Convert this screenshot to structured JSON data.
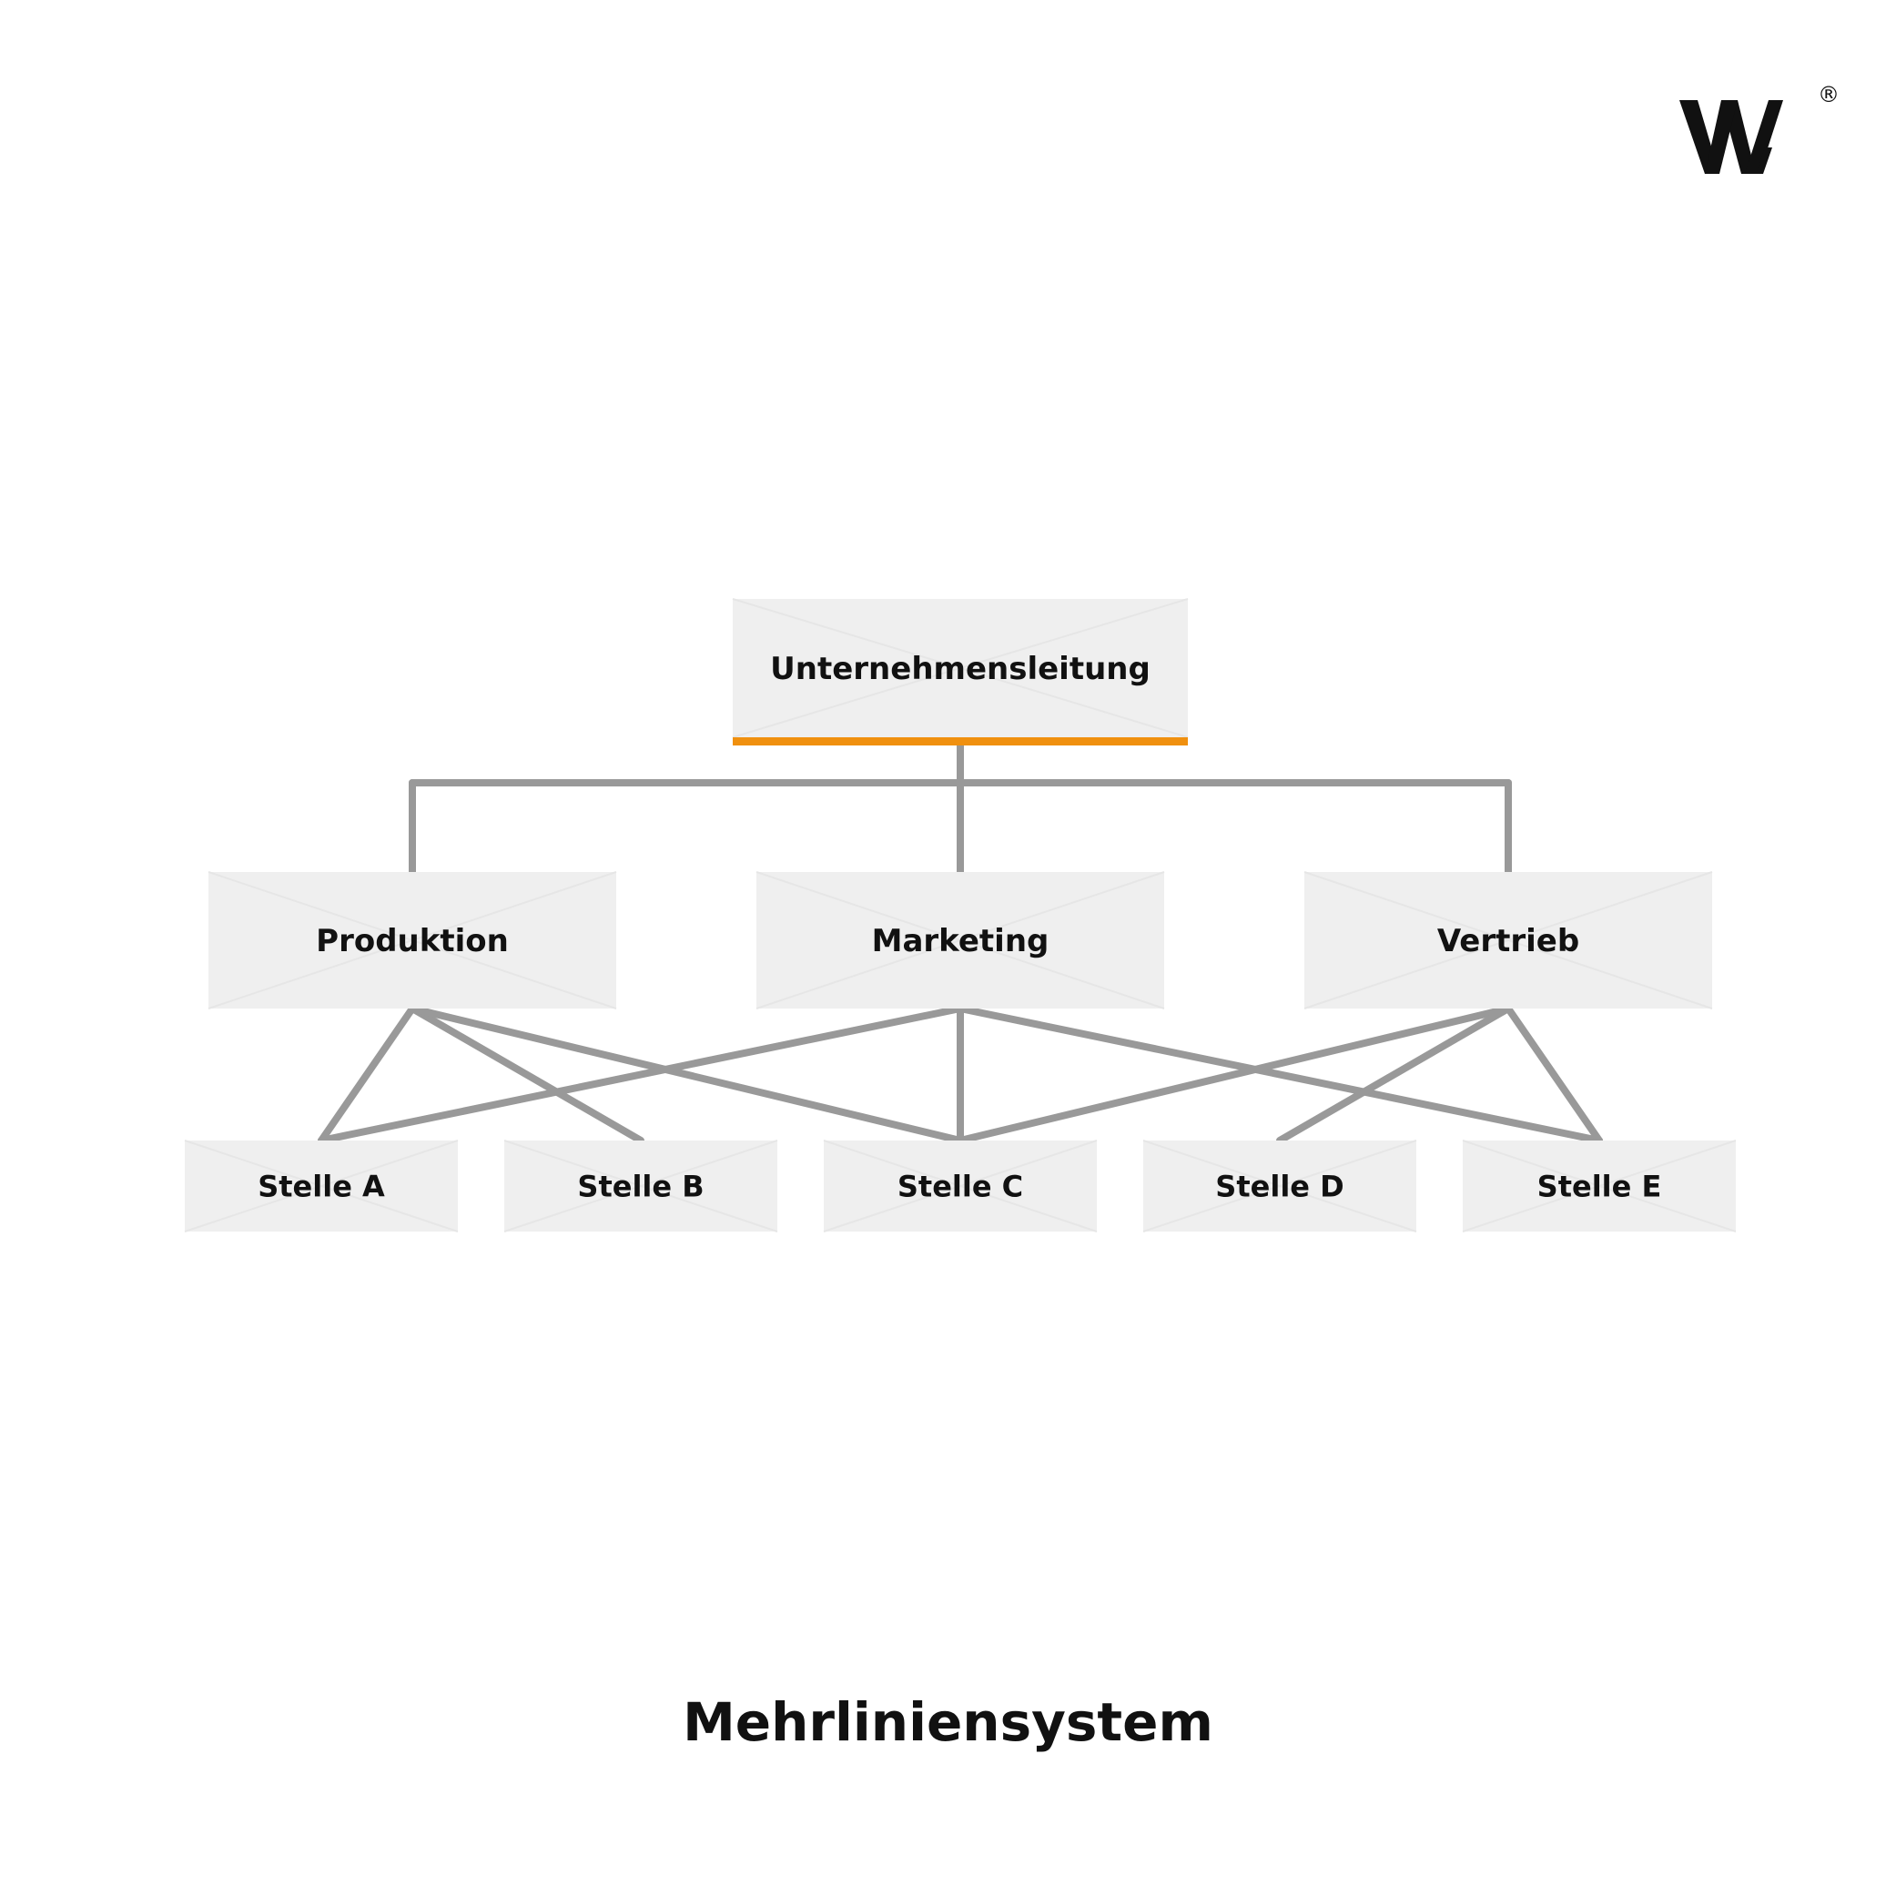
{
  "brand": {
    "logo_icon": "w-logo-icon",
    "registered_mark": "®"
  },
  "colors": {
    "connector": "#999999",
    "box_fill": "#efefef",
    "accent": "#f0900f",
    "text": "#111111"
  },
  "diagram": {
    "root": {
      "id": "root",
      "label": "Unternehmensleitung"
    },
    "departments": [
      {
        "id": "produktion",
        "label": "Produktion"
      },
      {
        "id": "marketing",
        "label": "Marketing"
      },
      {
        "id": "vertrieb",
        "label": "Vertrieb"
      }
    ],
    "positions": [
      {
        "id": "stelle-a",
        "label": "Stelle A"
      },
      {
        "id": "stelle-b",
        "label": "Stelle B"
      },
      {
        "id": "stelle-c",
        "label": "Stelle C"
      },
      {
        "id": "stelle-d",
        "label": "Stelle D"
      },
      {
        "id": "stelle-e",
        "label": "Stelle E"
      }
    ],
    "edges": [
      [
        "root",
        "produktion"
      ],
      [
        "root",
        "marketing"
      ],
      [
        "root",
        "vertrieb"
      ],
      [
        "produktion",
        "stelle-a"
      ],
      [
        "produktion",
        "stelle-b"
      ],
      [
        "produktion",
        "stelle-c"
      ],
      [
        "marketing",
        "stelle-a"
      ],
      [
        "marketing",
        "stelle-c"
      ],
      [
        "marketing",
        "stelle-e"
      ],
      [
        "vertrieb",
        "stelle-c"
      ],
      [
        "vertrieb",
        "stelle-d"
      ],
      [
        "vertrieb",
        "stelle-e"
      ]
    ]
  },
  "caption": "Mehrliniensystem"
}
